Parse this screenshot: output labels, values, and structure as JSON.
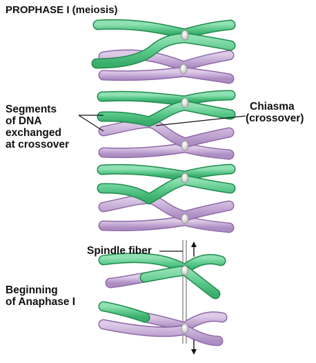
{
  "title": "PROPHASE I (meiosis)",
  "labels": {
    "segments": [
      "Segments",
      "of DNA",
      "exchanged",
      "at crossover"
    ],
    "chiasma": [
      "Chiasma",
      "(crossover)"
    ],
    "spindle": "Spindle fiber",
    "anaphase": [
      "Beginning",
      "of Anaphase I"
    ]
  },
  "colors": {
    "green_fill": "#5cc98c",
    "green_edge": "#1f8a4c",
    "purple_fill": "#c6acd6",
    "purple_edge": "#8e6aa8",
    "centromere": "#d9d9d9",
    "text": "#111111"
  }
}
